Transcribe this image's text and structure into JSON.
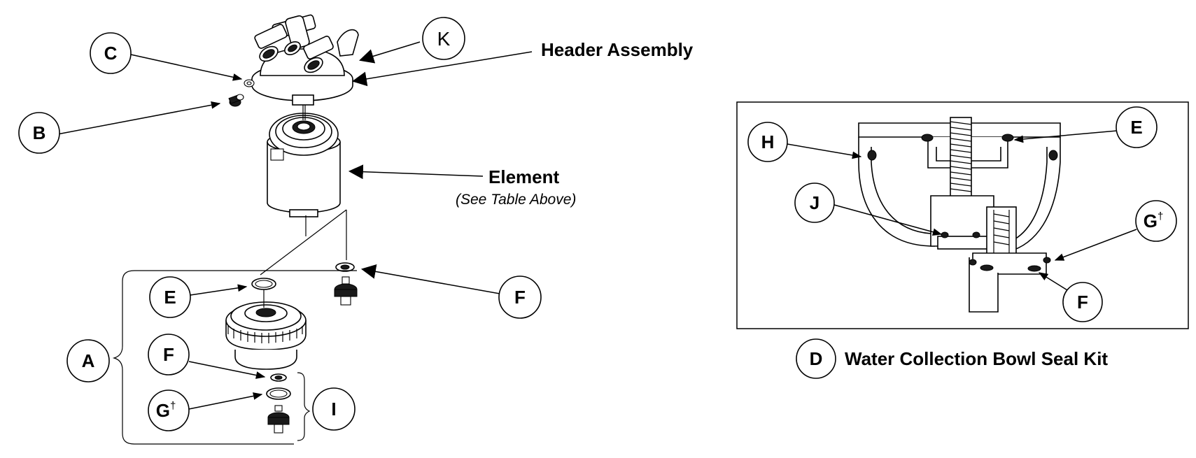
{
  "header_assembly_label": "Header Assembly",
  "element_label": "Element",
  "element_note": "(See Table Above)",
  "seal_kit_title": "Water Collection Bowl Seal Kit",
  "dagger": "†",
  "callouts": {
    "A": "A",
    "B": "B",
    "C": "C",
    "D": "D",
    "E_left": "E",
    "E_right": "E",
    "F_mid": "F",
    "F_left": "F",
    "F_right": "F",
    "G_left": "G",
    "G_right": "G",
    "H": "H",
    "I": "I",
    "J": "J",
    "K": "K"
  }
}
